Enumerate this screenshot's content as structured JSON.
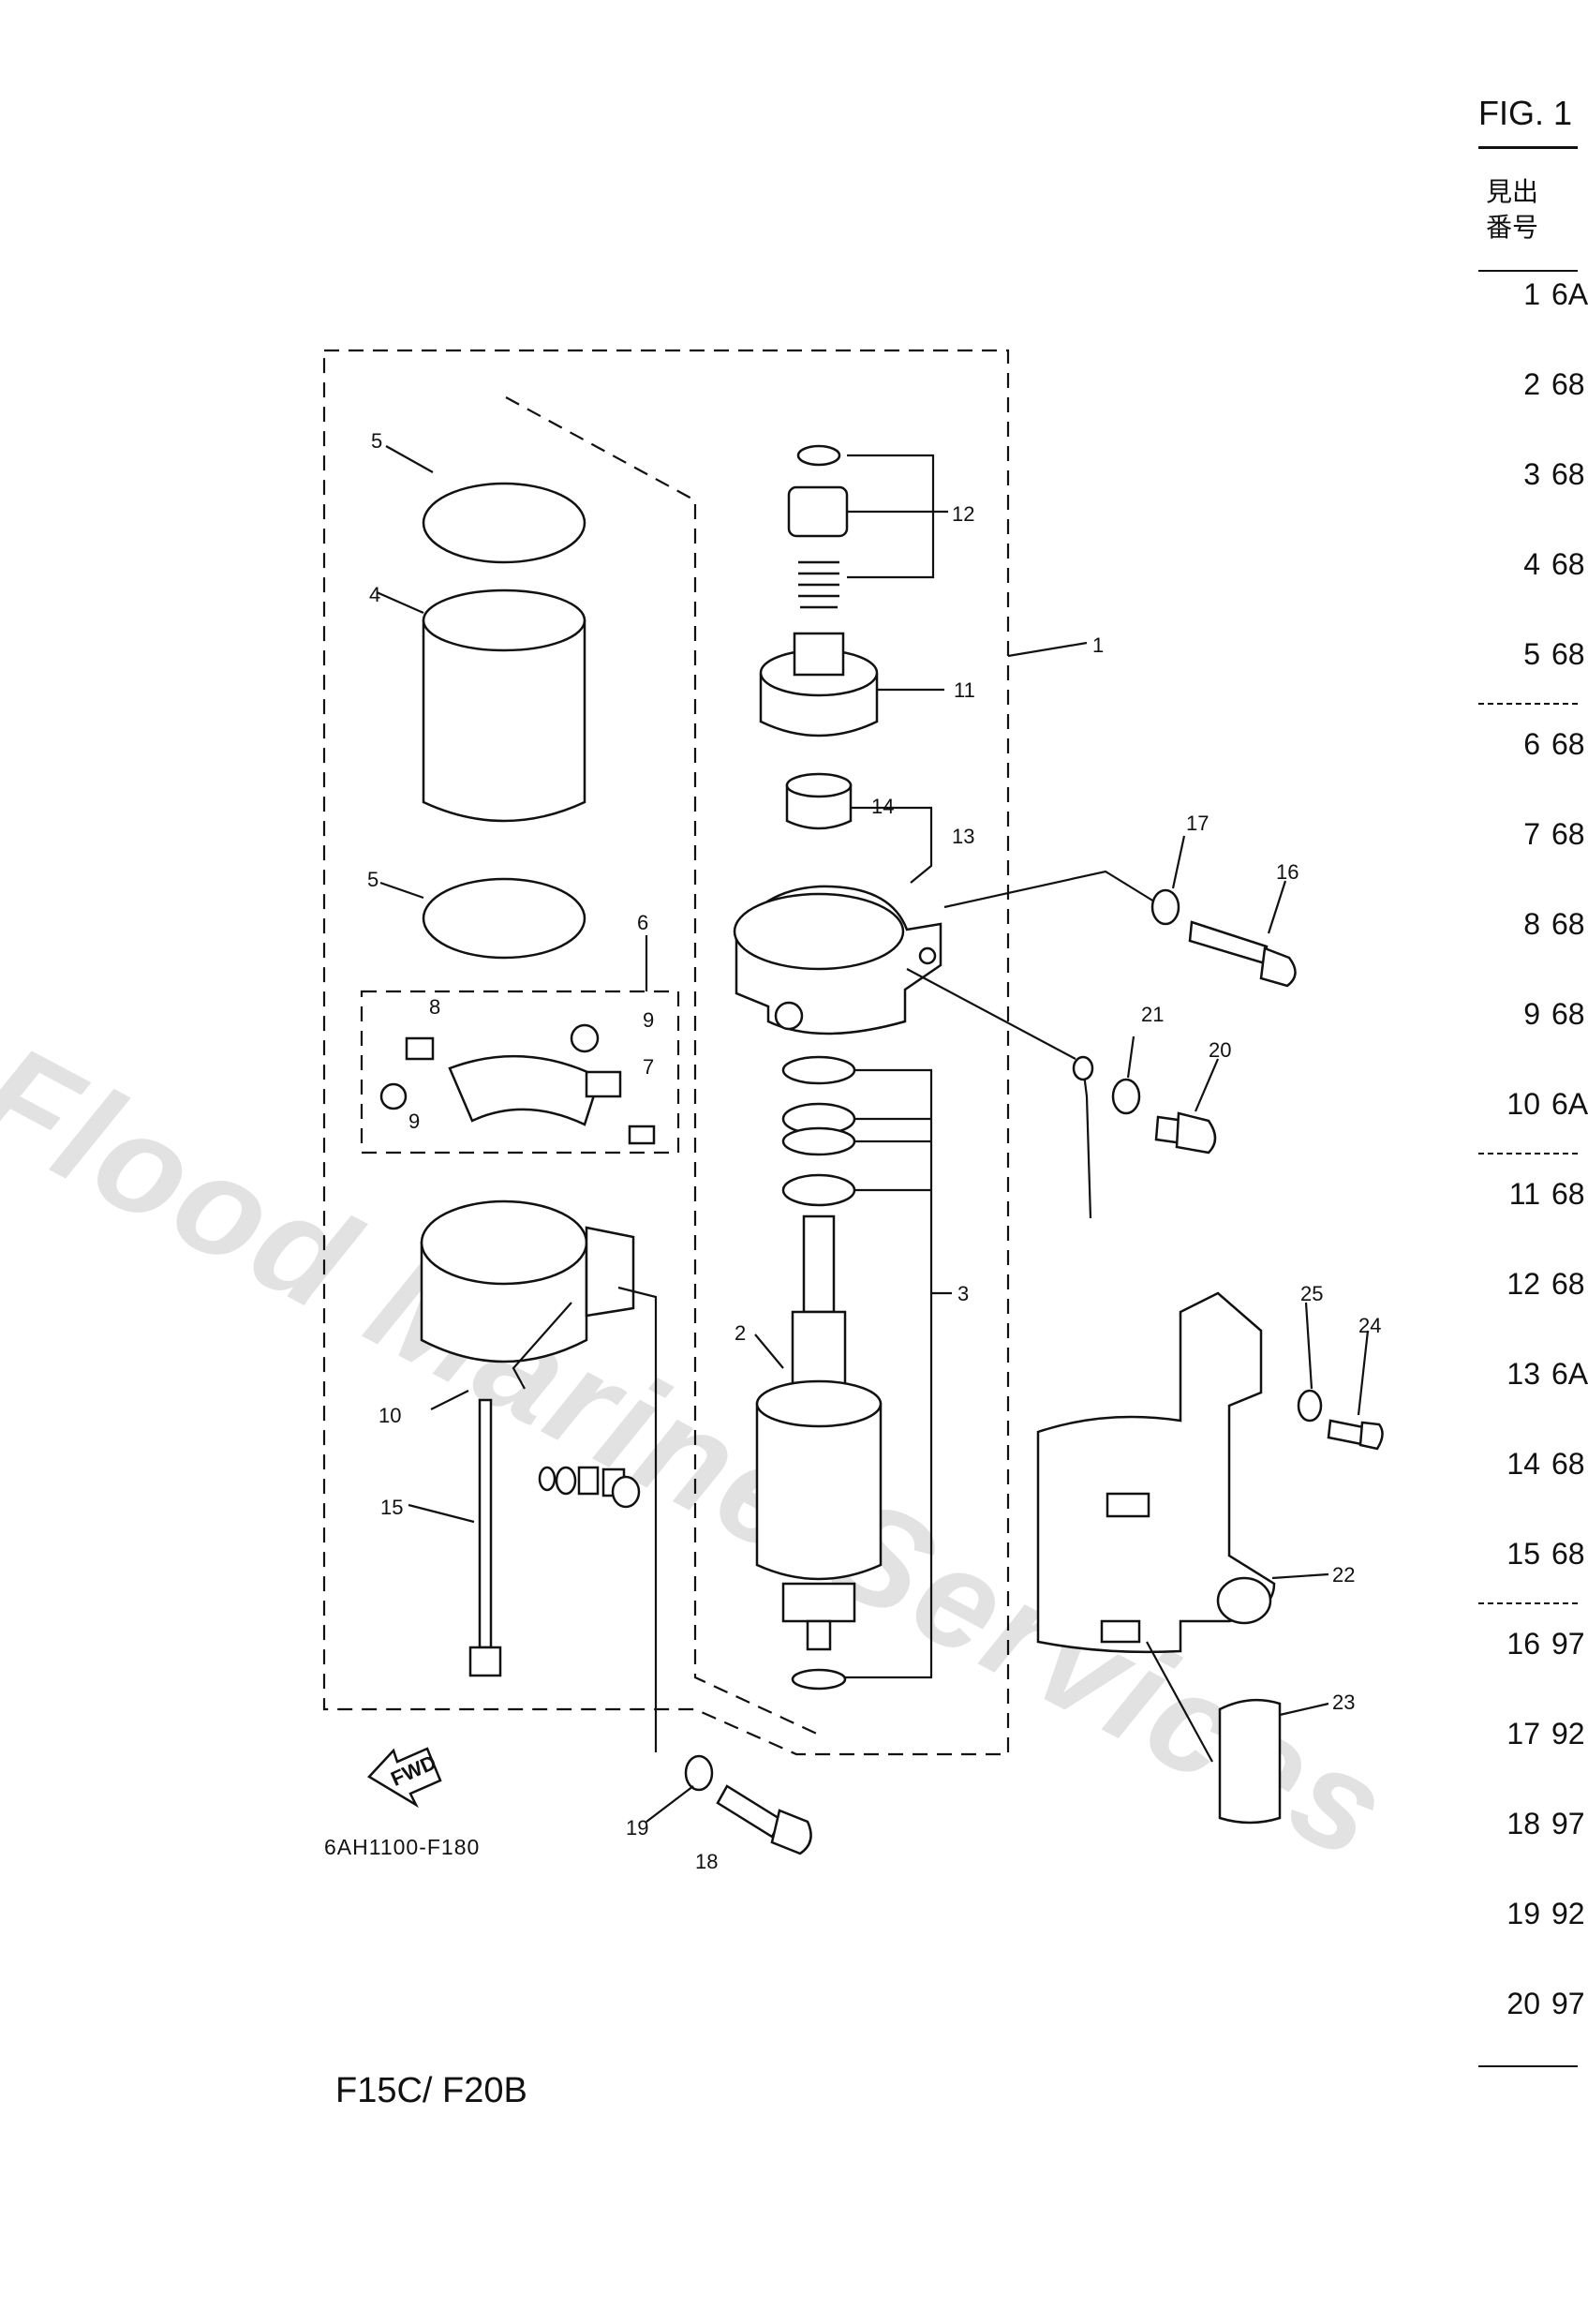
{
  "figure": {
    "title": "FIG. 1",
    "column_header": "見出\n番号",
    "rows": [
      {
        "ref": "1",
        "code": "6A"
      },
      {
        "ref": "2",
        "code": "68"
      },
      {
        "ref": "3",
        "code": "68"
      },
      {
        "ref": "4",
        "code": "68"
      },
      {
        "ref": "5",
        "code": "68"
      },
      {
        "ref": "6",
        "code": "68"
      },
      {
        "ref": "7",
        "code": "68"
      },
      {
        "ref": "8",
        "code": "68"
      },
      {
        "ref": "9",
        "code": "68"
      },
      {
        "ref": "10",
        "code": "6A"
      },
      {
        "ref": "11",
        "code": "68"
      },
      {
        "ref": "12",
        "code": "68"
      },
      {
        "ref": "13",
        "code": "6A"
      },
      {
        "ref": "14",
        "code": "68"
      },
      {
        "ref": "15",
        "code": "68"
      },
      {
        "ref": "16",
        "code": "97"
      },
      {
        "ref": "17",
        "code": "92"
      },
      {
        "ref": "18",
        "code": "97"
      },
      {
        "ref": "19",
        "code": "92"
      },
      {
        "ref": "20",
        "code": "97"
      }
    ]
  },
  "diagram": {
    "code": "6AH1100-F180",
    "fwd_label": "FWD",
    "callouts": [
      "1",
      "2",
      "3",
      "4",
      "5",
      "5",
      "6",
      "7",
      "8",
      "9",
      "9",
      "10",
      "11",
      "12",
      "13",
      "14",
      "15",
      "16",
      "17",
      "18",
      "19",
      "20",
      "21",
      "22",
      "23",
      "24",
      "25"
    ]
  },
  "model": "F15C/ F20B",
  "watermark": "Flood Marine Services"
}
